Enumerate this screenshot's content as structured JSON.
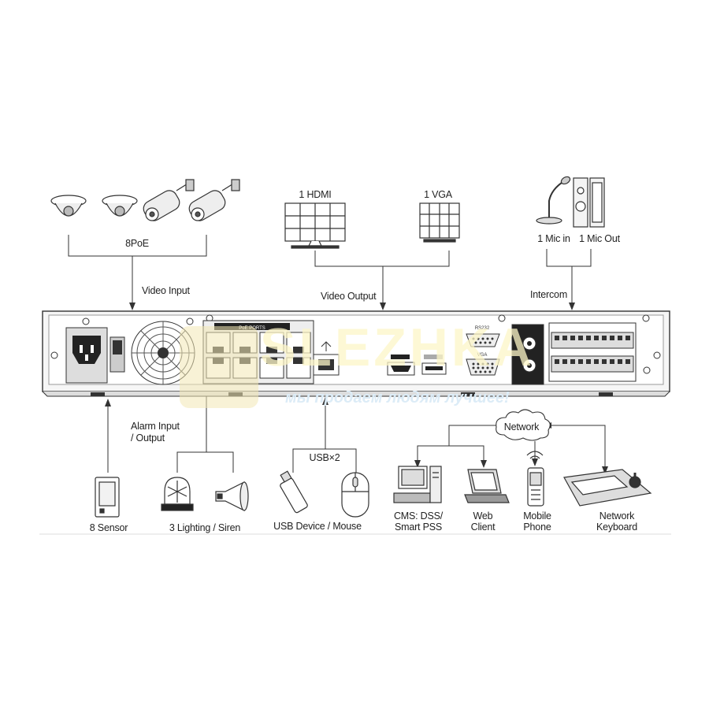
{
  "labels": {
    "poe": "8PoE",
    "video_input": "Video Input",
    "hdmi": "1 HDMI",
    "vga": "1 VGA",
    "video_output": "Video Output",
    "mic_in": "1 Mic in",
    "mic_out": "1 Mic Out",
    "intercom": "Intercom",
    "alarm_io_1": "Alarm Input",
    "alarm_io_2": "/ Output",
    "usb_x2": "USB×2",
    "network": "Network",
    "sensor": "8 Sensor",
    "lighting_siren": "3 Lighting / Siren",
    "usb_device_mouse": "USB Device / Mouse",
    "cms_1": "CMS: DSS/",
    "cms_2": "Smart PSS",
    "web_1": "Web",
    "web_2": "Client",
    "mobile_1": "Mobile",
    "mobile_2": "Phone",
    "keyboard_1": "Network",
    "keyboard_2": "Keyboard"
  },
  "panel": {
    "poe_ports": "PoE PORTS",
    "rs232": "RS232",
    "vga_port": "VGA"
  },
  "watermark": {
    "brand": "SLEZHKA",
    "slogan": "мы продаем людям лучшее!"
  }
}
